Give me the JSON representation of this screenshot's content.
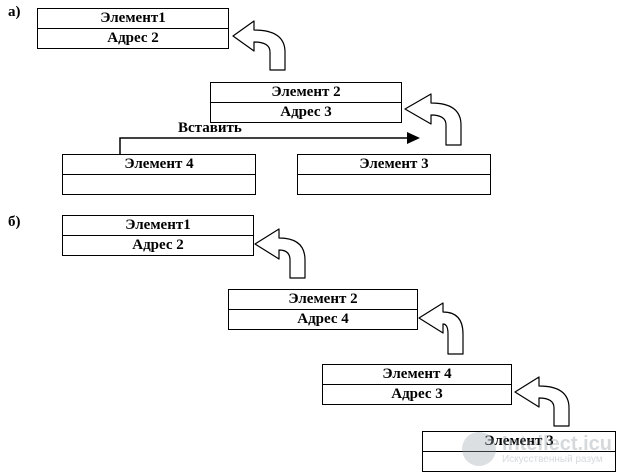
{
  "labels": {
    "part_a": "а)",
    "part_b": "б)",
    "insert": "Вставить"
  },
  "diagram_a": {
    "node1": {
      "top": "Элемент1",
      "bottom": "Адрес 2"
    },
    "node2": {
      "top": "Элемент 2",
      "bottom": "Адрес 3"
    },
    "node4": {
      "top": "Элемент 4",
      "bottom": ""
    },
    "node3": {
      "top": "Элемент 3",
      "bottom": ""
    }
  },
  "diagram_b": {
    "node1": {
      "top": "Элемент1",
      "bottom": "Адрес 2"
    },
    "node2": {
      "top": "Элемент 2",
      "bottom": "Адрес 4"
    },
    "node4": {
      "top": "Элемент 4",
      "bottom": "Адрес 3"
    },
    "node3": {
      "top": "Элемент 3",
      "bottom": ""
    }
  },
  "watermark": {
    "title": "Intellect.icu",
    "subtitle": "Искусственный разум"
  }
}
